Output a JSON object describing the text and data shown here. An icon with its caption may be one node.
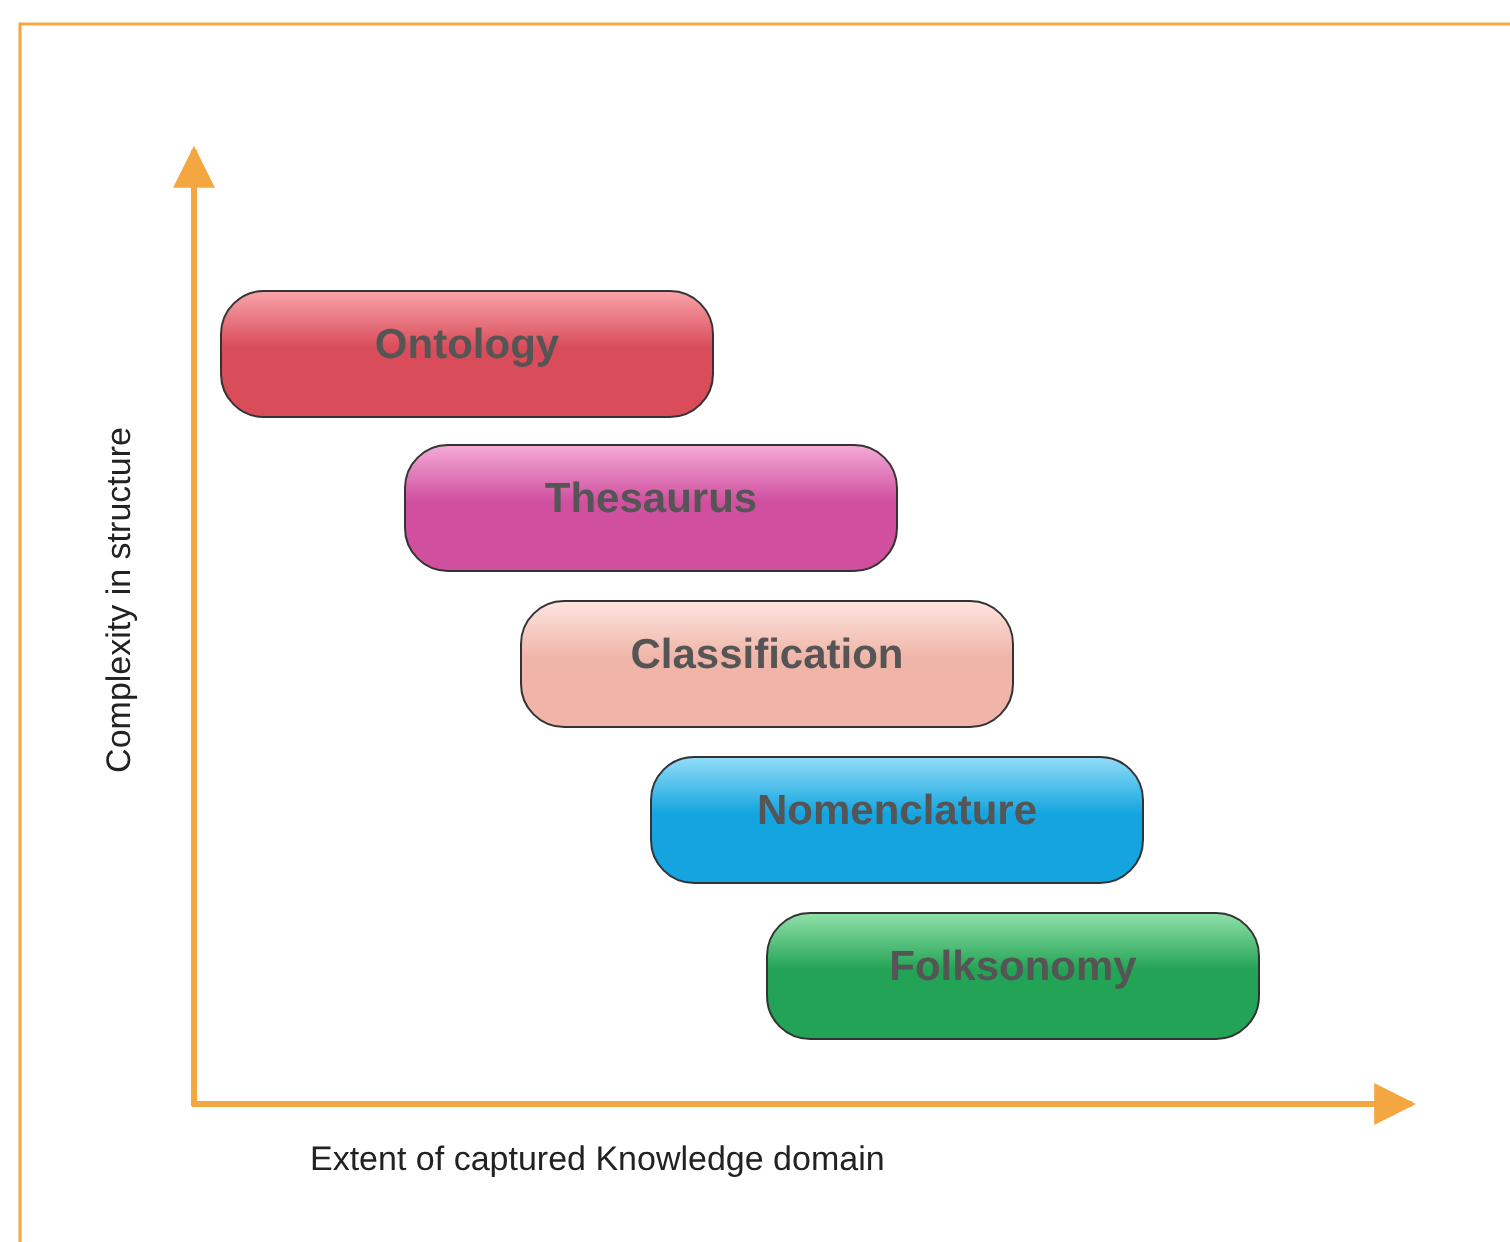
{
  "diagram": {
    "nodes": [
      {
        "text": [
          "Ontology"
        ]
      },
      {
        "text": [
          "Thesaurus"
        ]
      },
      {
        "text": [
          "Classification"
        ]
      },
      {
        "text": [
          "Nomenclature"
        ]
      },
      {
        "text": [
          "Folksonomy"
        ]
      }
    ],
    "labels": [
      "Complexity in structure",
      "Extent of captured Knowledge domain"
    ]
  }
}
